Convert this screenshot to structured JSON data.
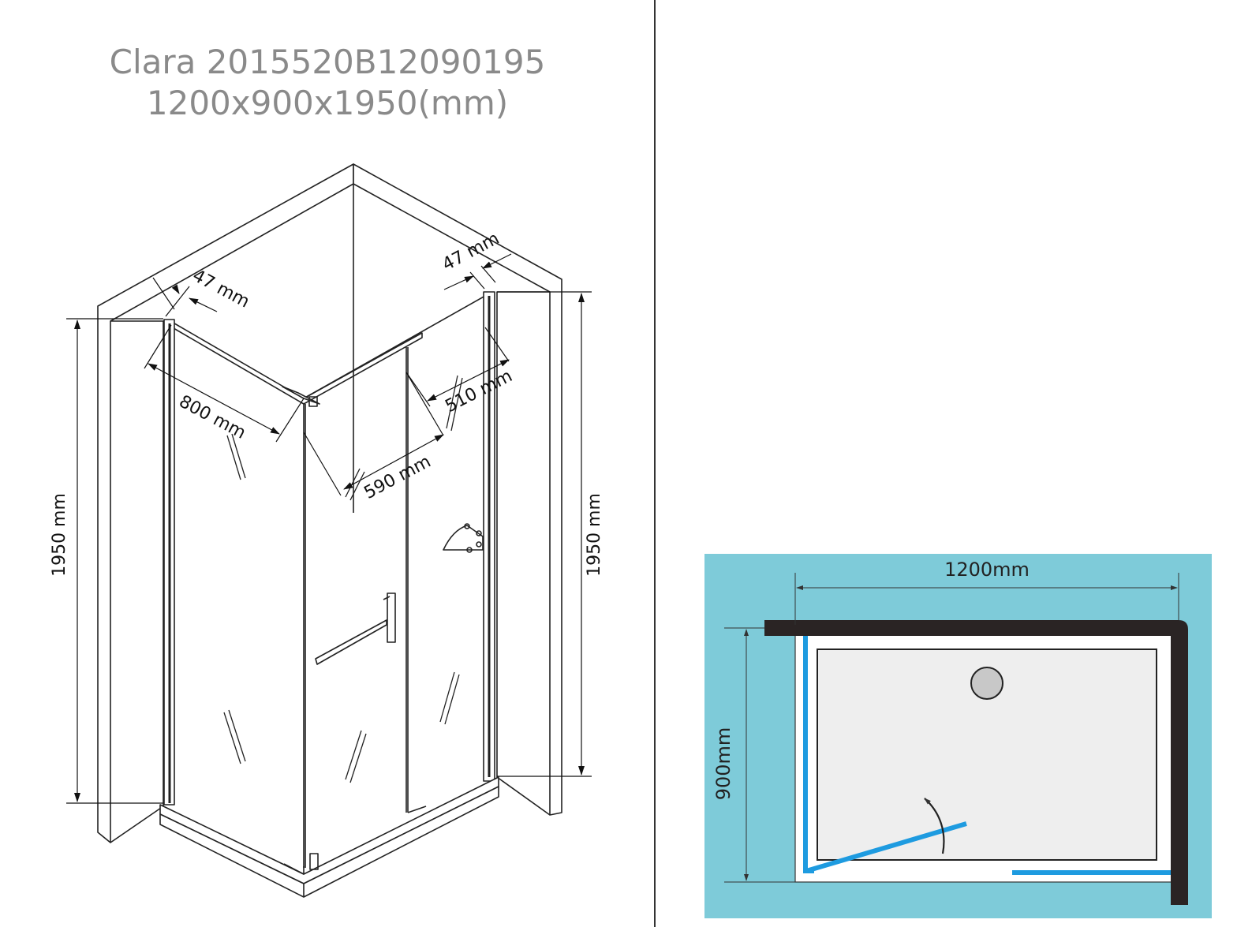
{
  "header": {
    "model": "Clara 2015520B12090195",
    "size": "1200x900x1950(mm)"
  },
  "isometric": {
    "dim_wall_left": "47 mm",
    "dim_wall_right": "47 mm",
    "dim_side_panel": "800 mm",
    "dim_fixed_panel": "590 mm",
    "dim_door": "510 mm",
    "dim_height_left": "1950 mm",
    "dim_height_right": "1950 mm"
  },
  "plan": {
    "width": "1200mm",
    "depth": "900mm"
  },
  "colors": {
    "plan_background": "#7ecbd9",
    "glass_blue": "#1e9be0",
    "wall_dark": "#2a2424",
    "tray_fill": "#eeeeee",
    "drain_fill": "#c8c8c8"
  }
}
